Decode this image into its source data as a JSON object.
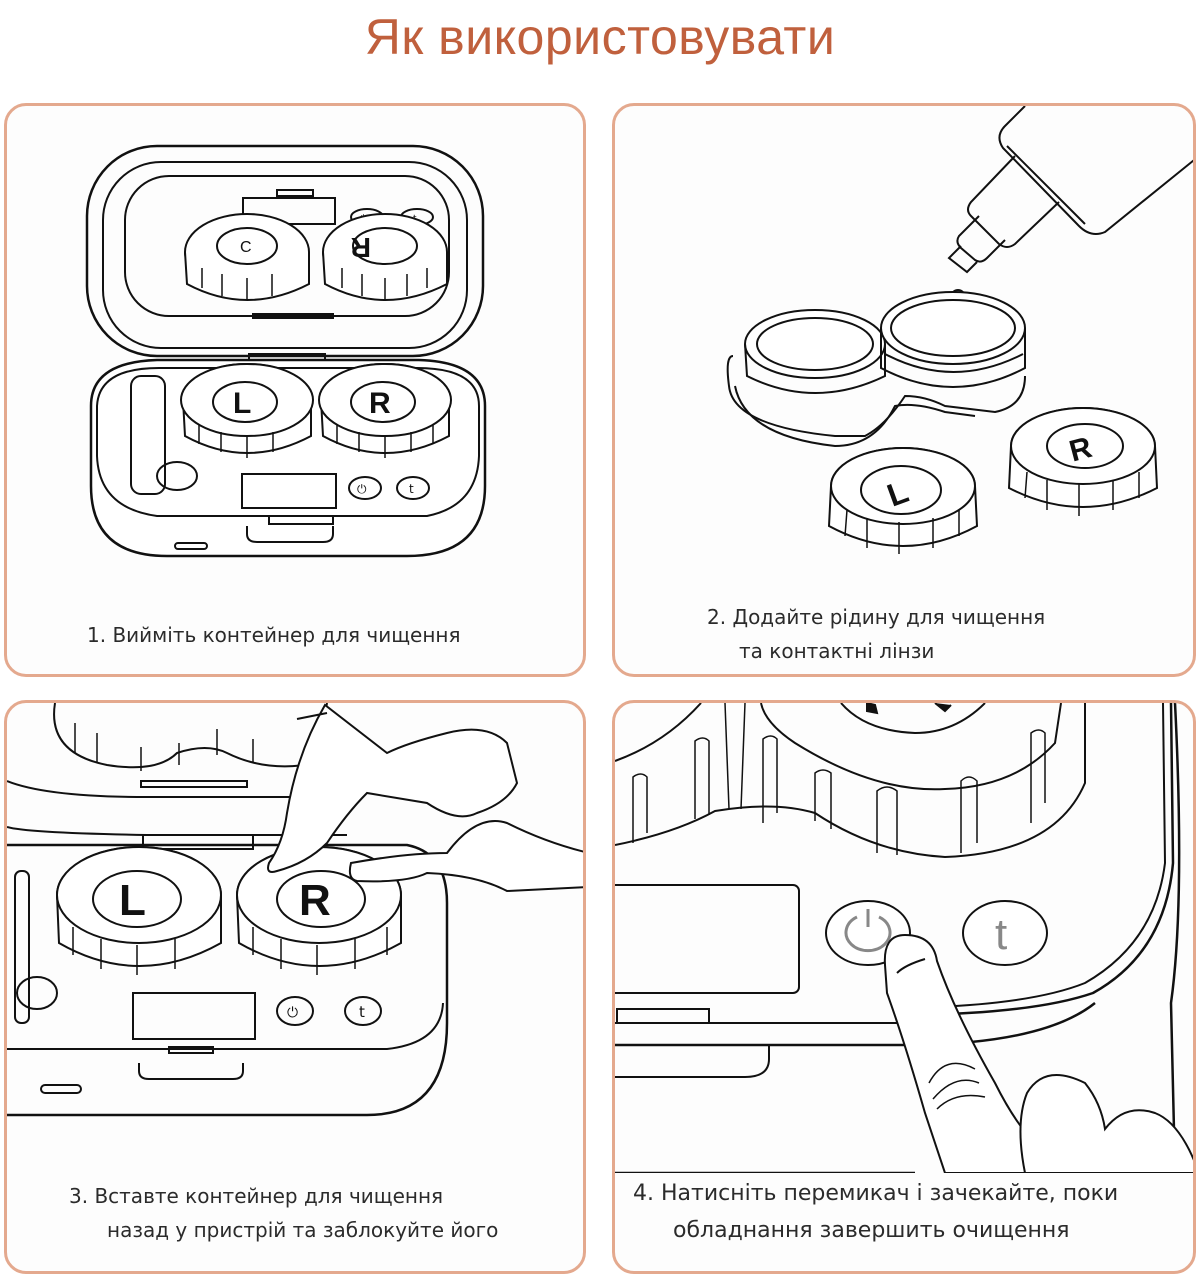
{
  "page": {
    "title": "Як використовувати",
    "accent_color": "#c0603d",
    "panel_border_color": "#e4a98e"
  },
  "steps": [
    {
      "number": 1,
      "caption_lines": [
        "1. Вийміть контейнер для чищення"
      ],
      "illustration": "open-cleaning-device-with-lens-container",
      "labels": {
        "left_cap": "L",
        "right_cap": "R",
        "lid_left": "C",
        "lid_right": "R"
      },
      "icons": [
        "power-icon",
        "timer-t-icon"
      ]
    },
    {
      "number": 2,
      "caption_lines": [
        "2. Додайте рідину для чищення",
        "та контактні лінзи"
      ],
      "illustration": "solution-bottle-dripping-into-lens-case",
      "labels": {
        "left_cap": "L",
        "right_cap": "R"
      }
    },
    {
      "number": 3,
      "caption_lines": [
        "3. Вставте контейнер для чищення",
        "назад у пристрій та заблокуйте його"
      ],
      "illustration": "hand-inserting-container-into-device",
      "labels": {
        "left_cap": "L",
        "right_cap": "R"
      },
      "icons": [
        "power-icon",
        "timer-t-icon"
      ]
    },
    {
      "number": 4,
      "caption_lines": [
        "4. Натисніть перемикач і зачекайте, поки",
        "обладнання завершить очищення"
      ],
      "illustration": "finger-pressing-power-button",
      "labels": {
        "timer_button": "t"
      },
      "icons": [
        "power-icon",
        "timer-t-icon"
      ]
    }
  ]
}
